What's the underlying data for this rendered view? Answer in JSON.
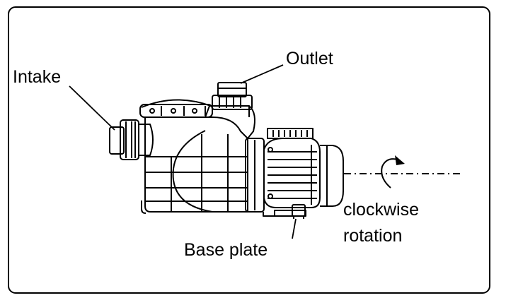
{
  "labels": {
    "intake": "Intake",
    "outlet": "Outlet",
    "base_plate": "Base plate",
    "rotation_line1": "clockwise",
    "rotation_line2": "rotation"
  },
  "icons": {
    "rotation_arrow": "clockwise-arrow-icon"
  }
}
